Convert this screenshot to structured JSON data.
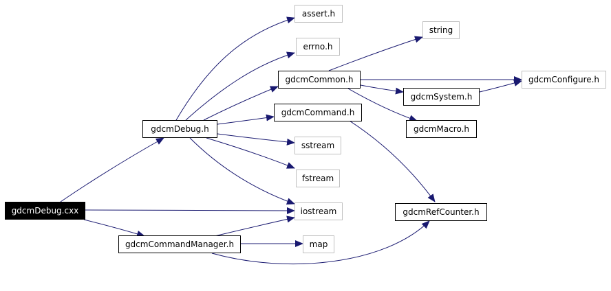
{
  "colors": {
    "edge": "#191970",
    "node_border": "#000000",
    "external_border": "#bfbfbf",
    "root_fill": "#000000",
    "root_text": "#ffffff"
  },
  "nodes": {
    "gdcmDebug_cxx": "gdcmDebug.cxx",
    "gdcmDebug_h": "gdcmDebug.h",
    "assert_h": "assert.h",
    "errno_h": "errno.h",
    "gdcmCommon_h": "gdcmCommon.h",
    "string": "string",
    "gdcmConfigure_h": "gdcmConfigure.h",
    "gdcmSystem_h": "gdcmSystem.h",
    "gdcmCommand_h": "gdcmCommand.h",
    "gdcmMacro_h": "gdcmMacro.h",
    "sstream": "sstream",
    "fstream": "fstream",
    "iostream": "iostream",
    "gdcmRefCounter_h": "gdcmRefCounter.h",
    "gdcmCommandManager_h": "gdcmCommandManager.h",
    "map": "map"
  },
  "edges": [
    [
      "gdcmDebug_cxx",
      "gdcmDebug_h"
    ],
    [
      "gdcmDebug_cxx",
      "iostream"
    ],
    [
      "gdcmDebug_cxx",
      "gdcmCommandManager_h"
    ],
    [
      "gdcmDebug_h",
      "assert_h"
    ],
    [
      "gdcmDebug_h",
      "errno_h"
    ],
    [
      "gdcmDebug_h",
      "gdcmCommon_h"
    ],
    [
      "gdcmDebug_h",
      "gdcmCommand_h"
    ],
    [
      "gdcmDebug_h",
      "sstream"
    ],
    [
      "gdcmDebug_h",
      "fstream"
    ],
    [
      "gdcmDebug_h",
      "iostream"
    ],
    [
      "gdcmCommon_h",
      "string"
    ],
    [
      "gdcmCommon_h",
      "gdcmConfigure_h"
    ],
    [
      "gdcmCommon_h",
      "gdcmSystem_h"
    ],
    [
      "gdcmCommon_h",
      "gdcmMacro_h"
    ],
    [
      "gdcmSystem_h",
      "gdcmConfigure_h"
    ],
    [
      "gdcmCommand_h",
      "gdcmRefCounter_h"
    ],
    [
      "gdcmCommandManager_h",
      "iostream"
    ],
    [
      "gdcmCommandManager_h",
      "map"
    ],
    [
      "gdcmCommandManager_h",
      "gdcmRefCounter_h"
    ]
  ]
}
